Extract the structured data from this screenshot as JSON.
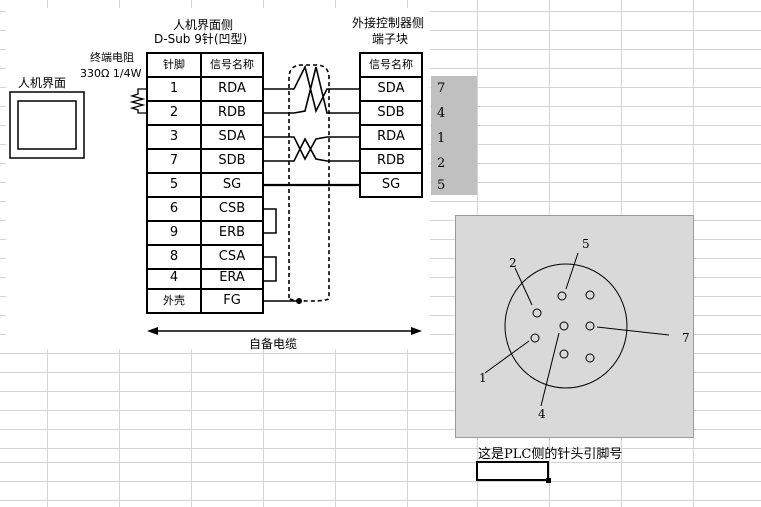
{
  "diagram": {
    "hmi_label": "人机界面",
    "hmi_side_title_line1": "人机界面侧",
    "hmi_side_title_line2": "D-Sub 9针(凹型)",
    "terminator_label": "终端电阻",
    "terminator_value": "330Ω 1/4W",
    "ext_title_line1": "外接控制器侧",
    "ext_title_line2": "端子块",
    "col_pin": "针脚",
    "col_signal": "信号名称",
    "col_ext_signal": "信号名称",
    "hmi_rows": [
      {
        "pin": "1",
        "signal": "RDA"
      },
      {
        "pin": "2",
        "signal": "RDB"
      },
      {
        "pin": "3",
        "signal": "SDA"
      },
      {
        "pin": "7",
        "signal": "SDB"
      },
      {
        "pin": "5",
        "signal": "SG"
      },
      {
        "pin": "6",
        "signal": "CSB"
      },
      {
        "pin": "9",
        "signal": "ERB"
      },
      {
        "pin": "8",
        "signal": "CSA"
      },
      {
        "pin": "4",
        "signal": "ERA"
      },
      {
        "pin": "外壳",
        "signal": "FG"
      }
    ],
    "ext_rows": [
      "SDA",
      "SDB",
      "RDA",
      "RDB",
      "SG"
    ],
    "cable_label": "自备电缆"
  },
  "sheet": {
    "side_numbers": [
      "7",
      "4",
      "1",
      "2",
      "5"
    ],
    "plc_pin_labels": {
      "p1": "1",
      "p2": "2",
      "p4": "4",
      "p5": "5",
      "p7": "7"
    },
    "caption": "这是PLC侧的针头引脚号",
    "grid_color": "#d4d4d4",
    "highlight_color": "#c0c0c0",
    "panel_color": "#d9d9d9"
  }
}
